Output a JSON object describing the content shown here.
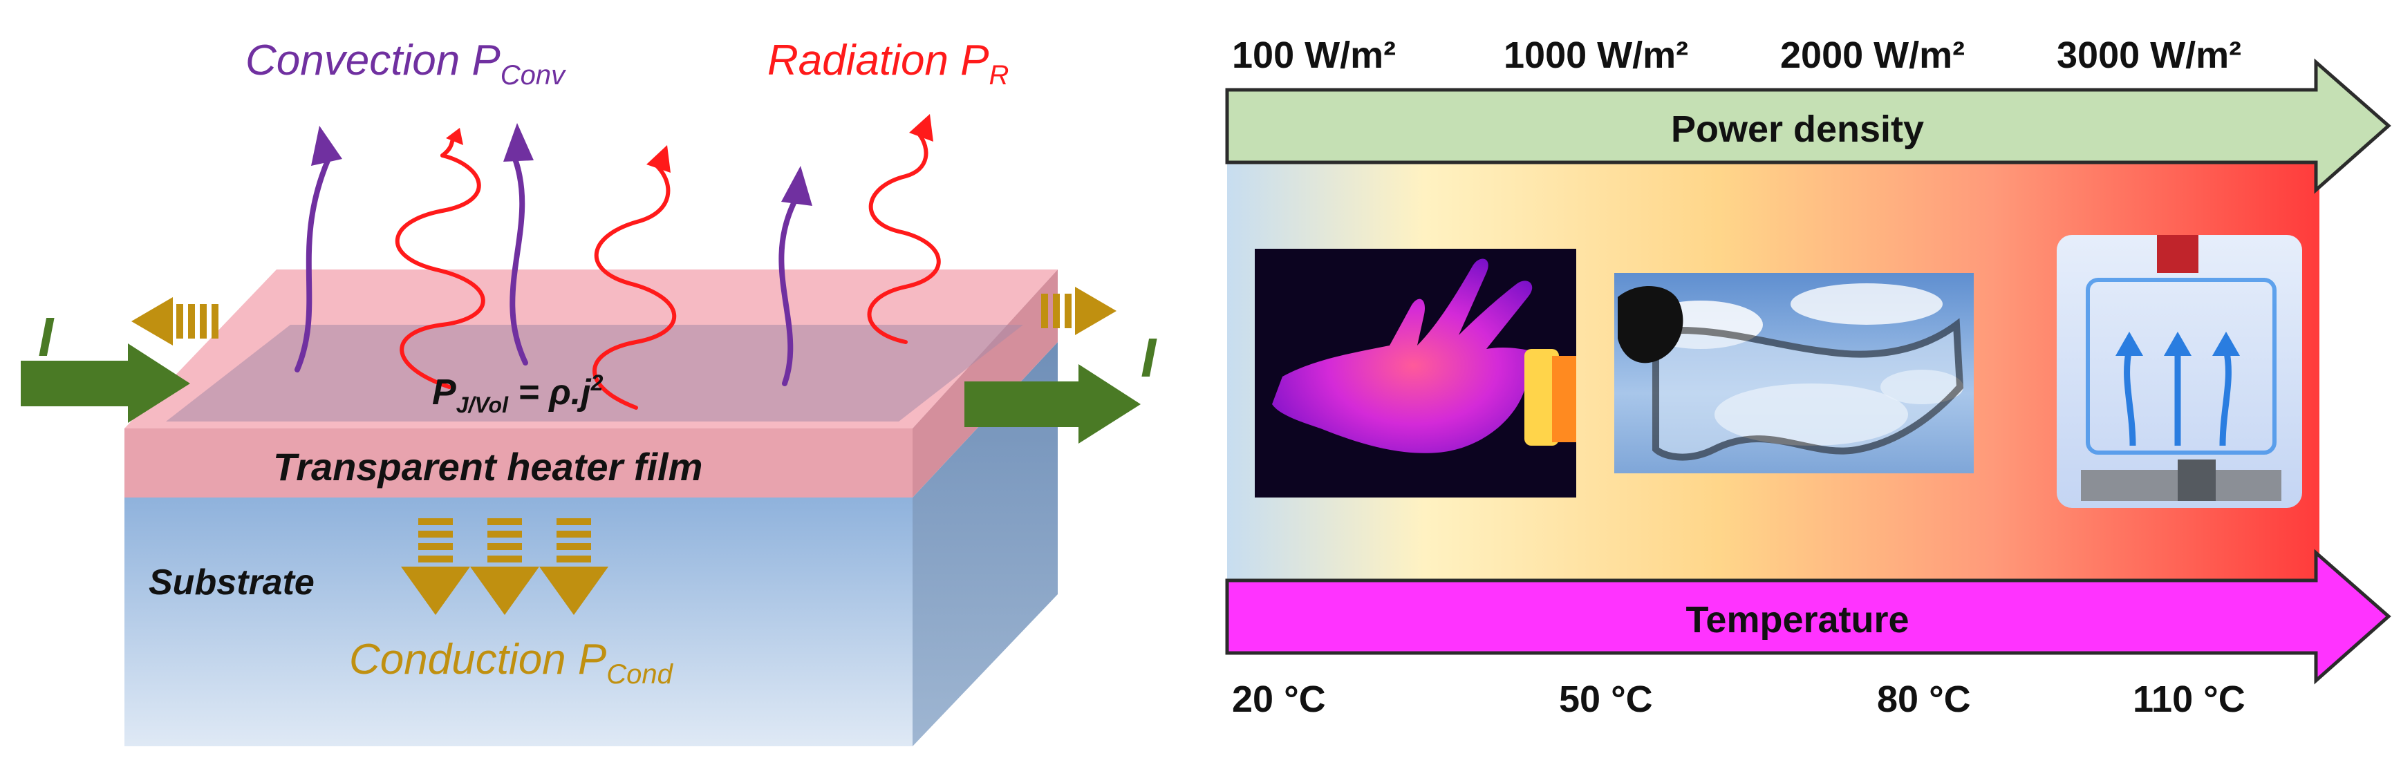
{
  "left_panel": {
    "convection": {
      "text": "Convection P",
      "sub": "Conv",
      "color": "#7030a0"
    },
    "radiation": {
      "text": "Radiation P",
      "sub": "R",
      "color": "#ff1a1a"
    },
    "current_symbol": "I",
    "joule_formula": {
      "p": "P",
      "sub": "J/Vol",
      "rest": " = ρ.j",
      "sup": "2"
    },
    "film_label": "Transparent heater film",
    "substrate_label": "Substrate",
    "conduction": {
      "text": "Conduction P",
      "sub": "Cond",
      "color": "#c09010"
    }
  },
  "right_panel": {
    "power_values": [
      "100 W/m²",
      "1000 W/m²",
      "2000 W/m²",
      "3000 W/m²"
    ],
    "power_label": "Power density",
    "temperature_label": "Temperature",
    "temperature_values": [
      "20 °C",
      "50 °C",
      "80 °C",
      "110 °C"
    ],
    "colors": {
      "power_arrow": "#c5e0b4",
      "temperature_arrow": "#ff33ff",
      "gradient": [
        "#c7ddf0",
        "#fff2c2",
        "#ffd68a",
        "#ff9a7a",
        "#ff3b3b"
      ]
    },
    "images": [
      "thermal-hand-image",
      "flexible-film-sky-image",
      "heater-device-image"
    ]
  }
}
